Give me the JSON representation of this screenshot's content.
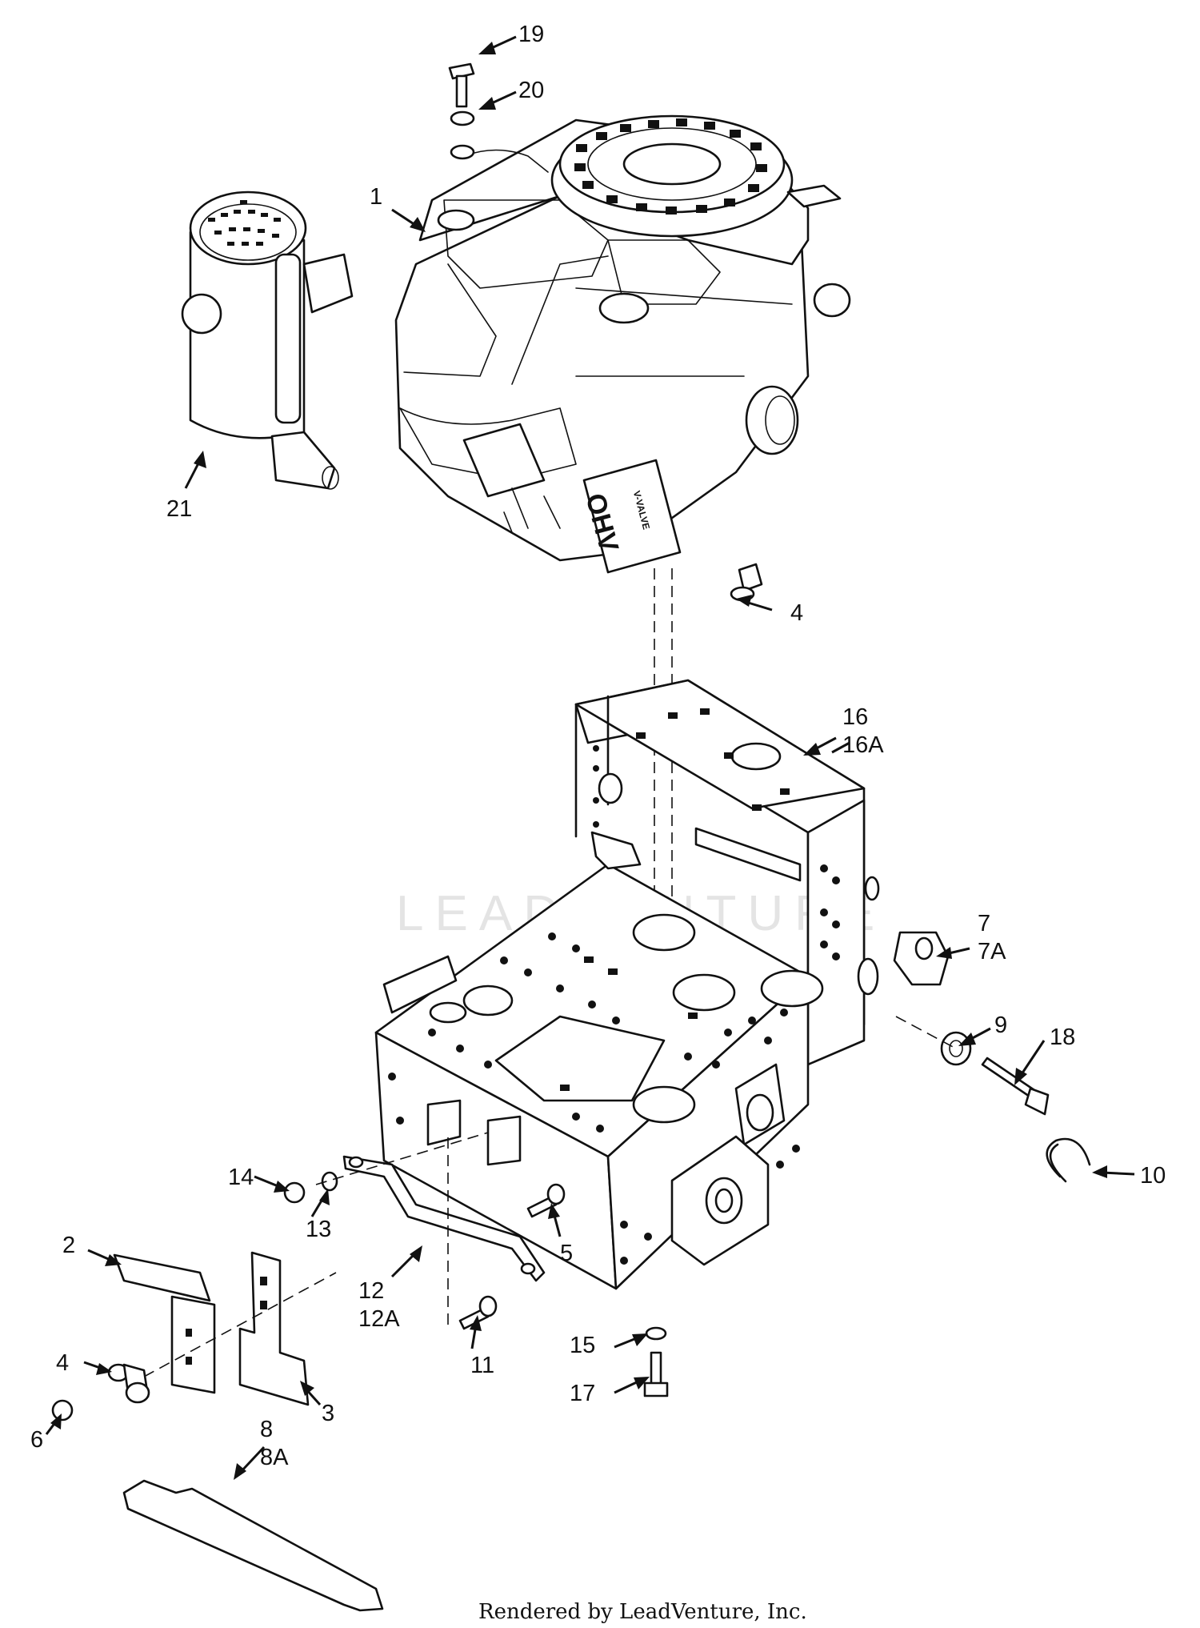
{
  "watermark": "LEADVENTURE",
  "credit": "Rendered by LeadVenture, Inc.",
  "engine_markings": [
    "OHV",
    "V-VALVE"
  ],
  "callouts": [
    {
      "id": "1",
      "label": "1"
    },
    {
      "id": "2",
      "label": "2"
    },
    {
      "id": "3",
      "label": "3"
    },
    {
      "id": "4a",
      "label": "4"
    },
    {
      "id": "4b",
      "label": "4"
    },
    {
      "id": "5",
      "label": "5"
    },
    {
      "id": "6",
      "label": "6"
    },
    {
      "id": "7",
      "label": "7"
    },
    {
      "id": "7A",
      "label": "7A"
    },
    {
      "id": "8",
      "label": "8"
    },
    {
      "id": "8A",
      "label": "8A"
    },
    {
      "id": "9",
      "label": "9"
    },
    {
      "id": "10",
      "label": "10"
    },
    {
      "id": "11",
      "label": "11"
    },
    {
      "id": "12",
      "label": "12"
    },
    {
      "id": "12A",
      "label": "12A"
    },
    {
      "id": "13",
      "label": "13"
    },
    {
      "id": "14",
      "label": "14"
    },
    {
      "id": "15",
      "label": "15"
    },
    {
      "id": "16",
      "label": "16"
    },
    {
      "id": "16A",
      "label": "16A"
    },
    {
      "id": "17",
      "label": "17"
    },
    {
      "id": "18",
      "label": "18"
    },
    {
      "id": "19",
      "label": "19"
    },
    {
      "id": "20",
      "label": "20"
    },
    {
      "id": "21",
      "label": "21"
    }
  ]
}
